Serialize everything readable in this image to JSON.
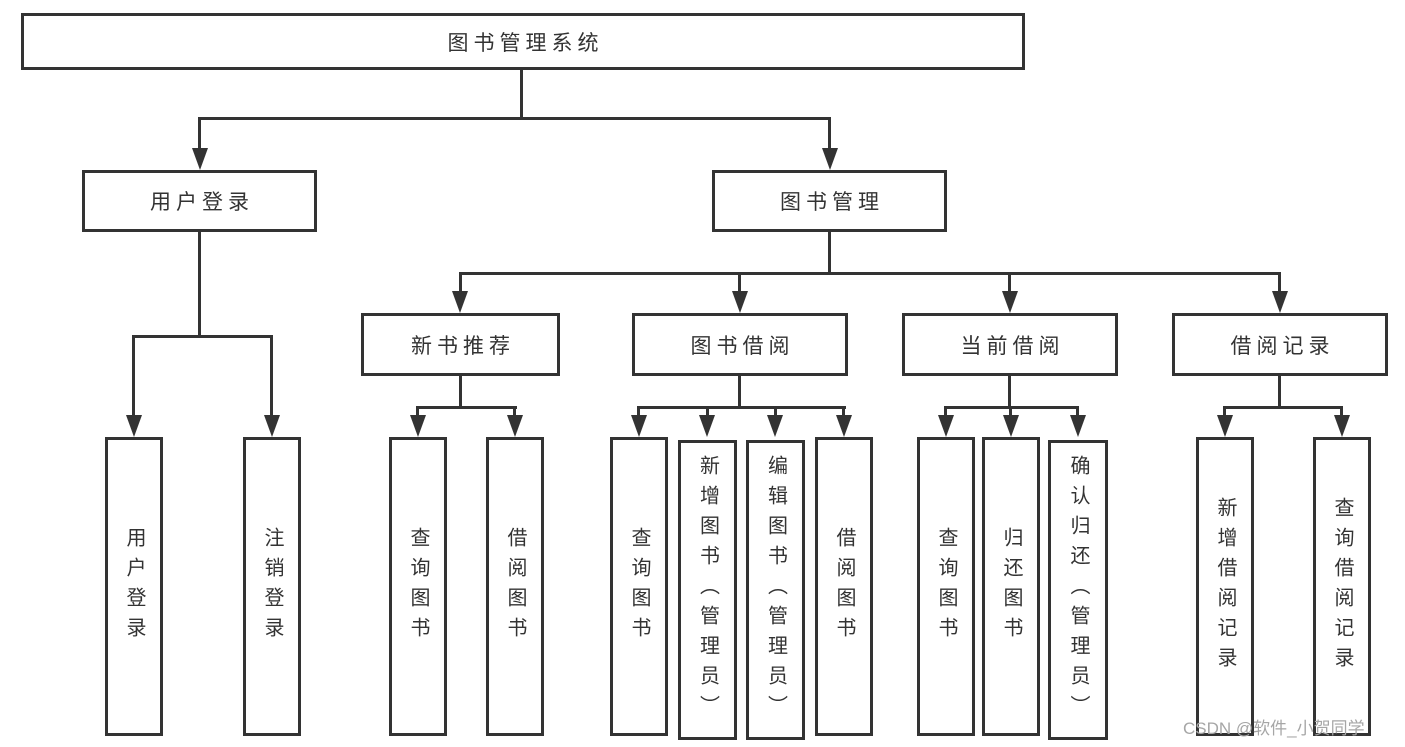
{
  "tree": {
    "label": "图书管理系统",
    "children": [
      {
        "label": "用户登录",
        "children": [
          {
            "label": "用户登录"
          },
          {
            "label": "注销登录"
          }
        ]
      },
      {
        "label": "图书管理",
        "children": [
          {
            "label": "新书推荐",
            "children": [
              {
                "label": "查询图书"
              },
              {
                "label": "借阅图书"
              }
            ]
          },
          {
            "label": "图书借阅",
            "children": [
              {
                "label": "查询图书"
              },
              {
                "label": "新增图书（管理员）"
              },
              {
                "label": "编辑图书（管理员）"
              },
              {
                "label": "借阅图书"
              }
            ]
          },
          {
            "label": "当前借阅",
            "children": [
              {
                "label": "查询图书"
              },
              {
                "label": "归还图书"
              },
              {
                "label": "确认归还（管理员）"
              }
            ]
          },
          {
            "label": "借阅记录",
            "children": [
              {
                "label": "新增借阅记录"
              },
              {
                "label": "查询借阅记录"
              }
            ]
          }
        ]
      }
    ]
  },
  "watermark": "CSDN @软件_小贺同学",
  "colors": {
    "line": "#333333",
    "text": "#333333",
    "watermark": "#a6a6a6",
    "background": "#ffffff"
  }
}
